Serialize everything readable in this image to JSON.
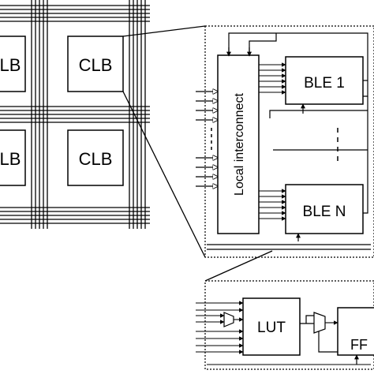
{
  "clb_grid": {
    "block_label": "CLB",
    "blocks": [
      {
        "id": "top-left",
        "label": "LB"
      },
      {
        "id": "top-right",
        "label": "CLB"
      },
      {
        "id": "bottom-left",
        "label": "LB"
      },
      {
        "id": "bottom-right",
        "label": "CLB"
      }
    ]
  },
  "clb_detail": {
    "interconnect_label": "Local interconnect",
    "ble_first_label": "BLE 1",
    "ble_last_label": "BLE N"
  },
  "ble_detail": {
    "lut_label": "LUT",
    "ff_label": "FF"
  },
  "colors": {
    "stroke": "#000000",
    "background": "#ffffff"
  }
}
